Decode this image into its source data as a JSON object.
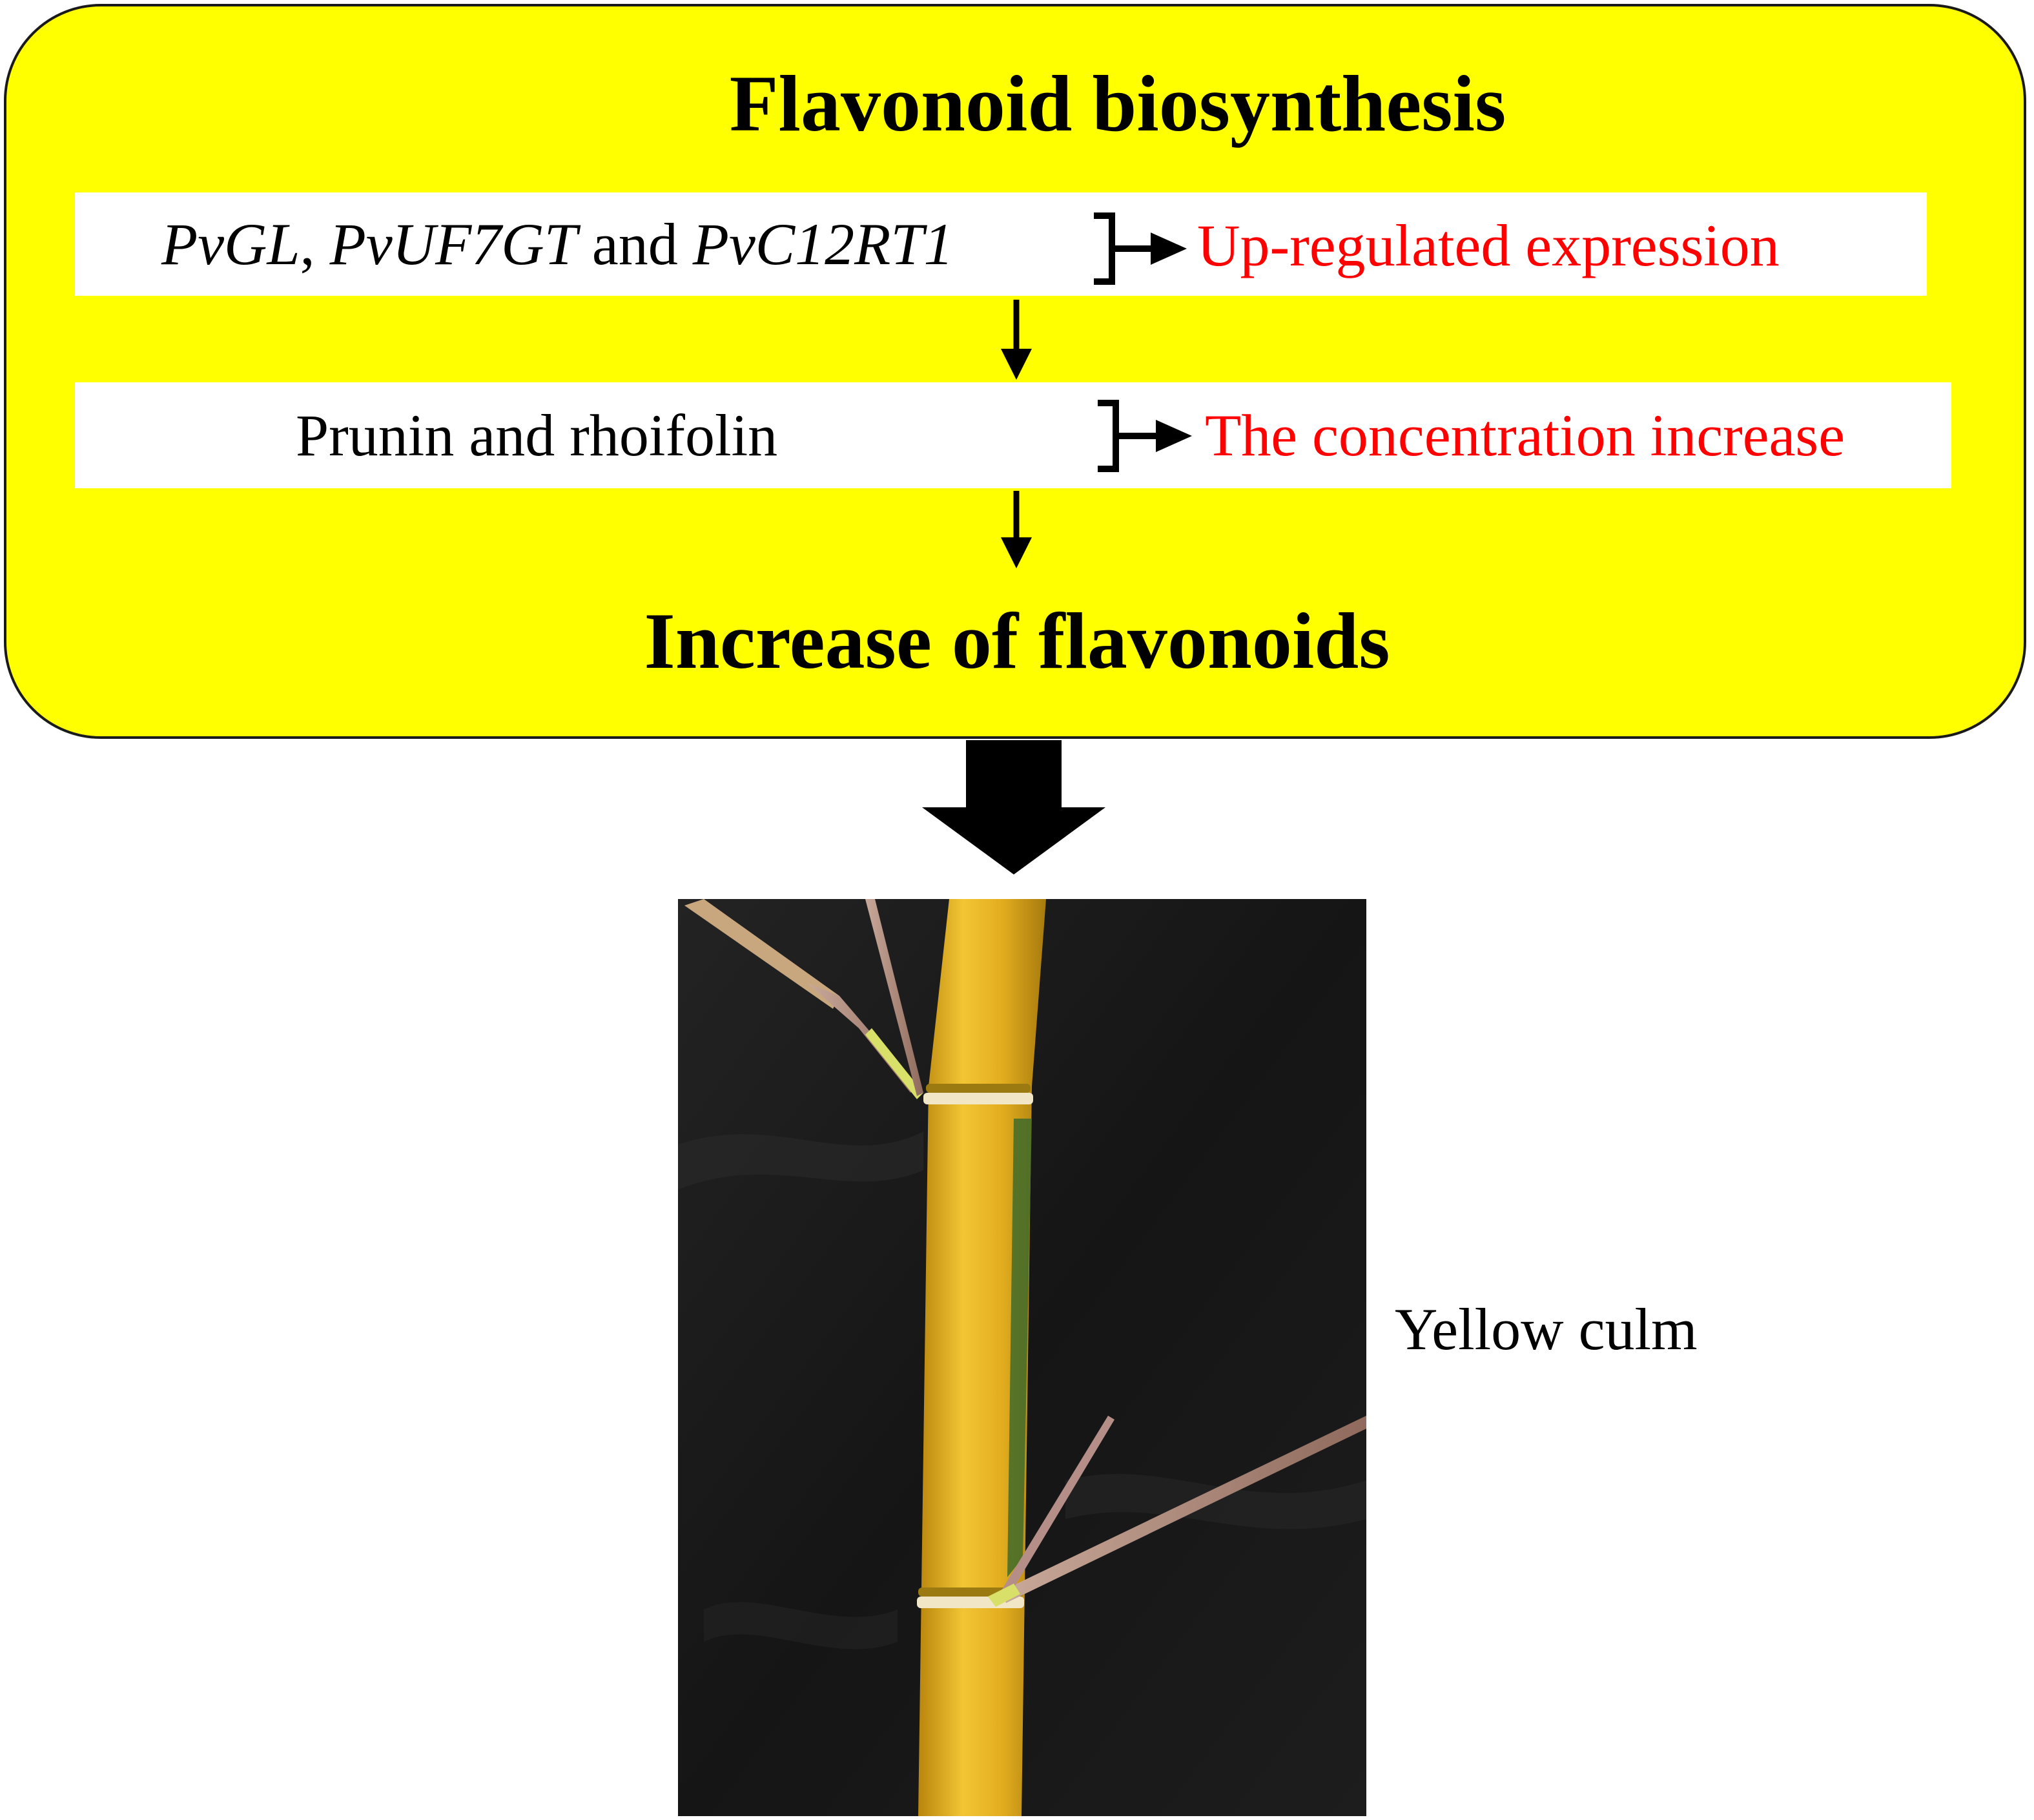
{
  "diagram": {
    "panel_color": "#ffff00",
    "title": "Flavonoid biosynthesis",
    "steps": [
      {
        "genes": [
          "PvGL",
          "PvUF7GT",
          "PvC12RT1"
        ],
        "separator": ",",
        "conjunction": "and",
        "effect": "Up-regulated expression"
      },
      {
        "label": "Prunin and rhoifolin",
        "effect": "The concentration increase"
      }
    ],
    "result": "Increase of flavonoids",
    "effect_color": "#ff0000"
  },
  "photo": {
    "caption": "Yellow culm",
    "subject": "bamboo-culm-photo",
    "background_color": "#1a1a1a",
    "culm_color": "#e8b41c"
  }
}
